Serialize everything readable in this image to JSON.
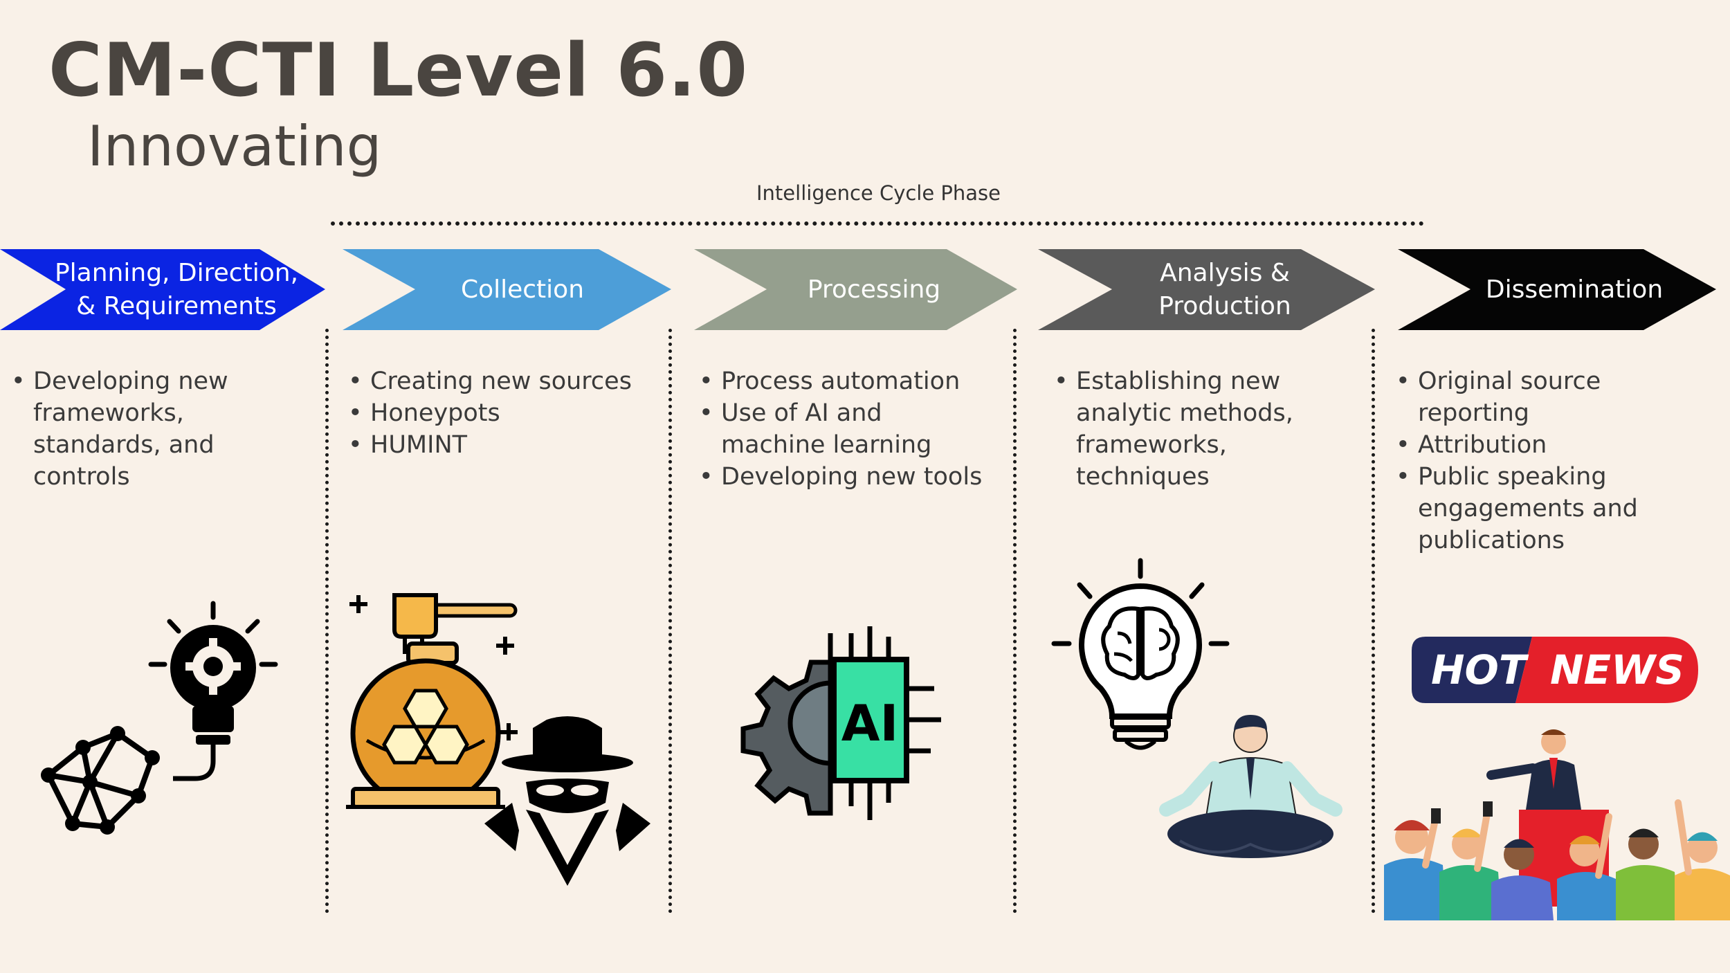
{
  "header": {
    "title": "CM-CTI Level 6.0",
    "subtitle": "Innovating",
    "phase_label": "Intelligence Cycle Phase"
  },
  "colors": {
    "background": "#f9f1e8",
    "planning": "#0b24e3",
    "collection": "#4d9ed8",
    "processing": "#959f8e",
    "analysis": "#5a5a5a",
    "dissemination": "#050505"
  },
  "phases": [
    {
      "label_line1": "Planning, Direction,",
      "label_line2": "& Requirements",
      "bullets": [
        "Developing new frameworks, standards, and controls"
      ],
      "icon": "lightbulb-gear-network-icon"
    },
    {
      "label_line1": "Collection",
      "label_line2": "",
      "bullets": [
        "Creating new sources",
        "Honeypots",
        "HUMINT"
      ],
      "icon": "honeypot-spy-icon"
    },
    {
      "label_line1": "Processing",
      "label_line2": "",
      "bullets": [
        "Process automation",
        "Use of AI and machine learning",
        "Developing new tools"
      ],
      "icon": "ai-gear-chip-icon"
    },
    {
      "label_line1": "Analysis &",
      "label_line2": "Production",
      "bullets": [
        "Establishing new analytic methods, frameworks, techniques"
      ],
      "icon": "brain-bulb-meditation-icon"
    },
    {
      "label_line1": "Dissemination",
      "label_line2": "",
      "bullets": [
        "Original source reporting",
        "Attribution",
        "Public speaking engagements and publications"
      ],
      "icon": "hot-news-audience-icon"
    }
  ],
  "hot_news": {
    "word1": "HOT",
    "word2": "NEWS"
  },
  "ai_chip_text": "AI"
}
